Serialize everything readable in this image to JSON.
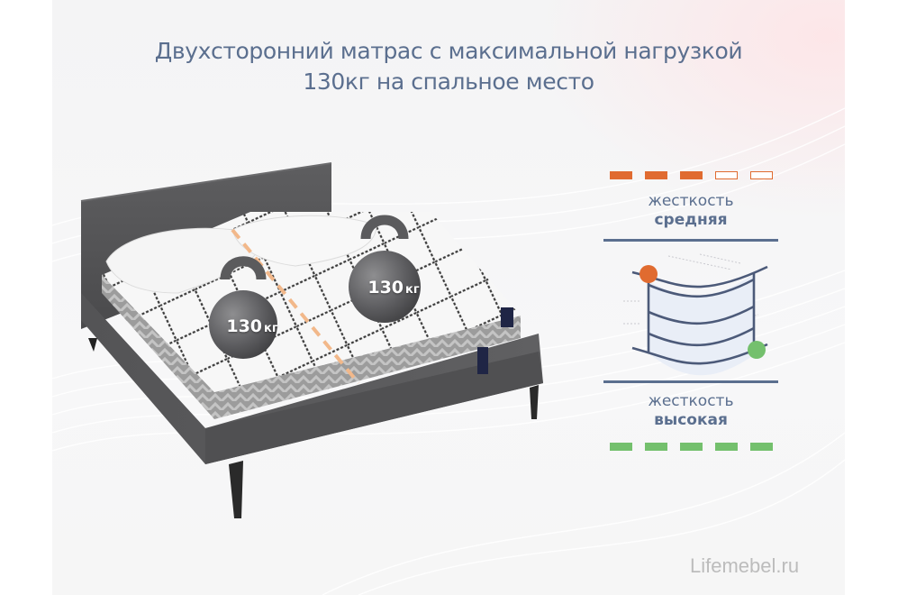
{
  "title": {
    "line1": "Двухсторонний матрас с максимальной нагрузкой",
    "line2": "130кг на спальное место"
  },
  "product_image": {
    "subject": "bed-with-double-sided-mattress",
    "weights": [
      {
        "value": "130",
        "unit": "кг"
      },
      {
        "value": "130",
        "unit": "кг"
      }
    ],
    "divider_line_color": "#f2b88a"
  },
  "firmness": {
    "top_side": {
      "label": "жесткость",
      "level": "средняя",
      "filled": 3,
      "total": 5,
      "color": "#e06b30"
    },
    "bottom_side": {
      "label": "жесткость",
      "level": "высокая",
      "filled": 5,
      "total": 5,
      "color": "#74c06d"
    },
    "diagram": {
      "icon": "mattress-layers-icon",
      "top_marker_color": "#e06b30",
      "bottom_marker_color": "#74c06d"
    }
  },
  "colors": {
    "text_primary": "#5b6f8f",
    "watermark": "#bcbcbc"
  },
  "watermark": "Lifemebel.ru"
}
